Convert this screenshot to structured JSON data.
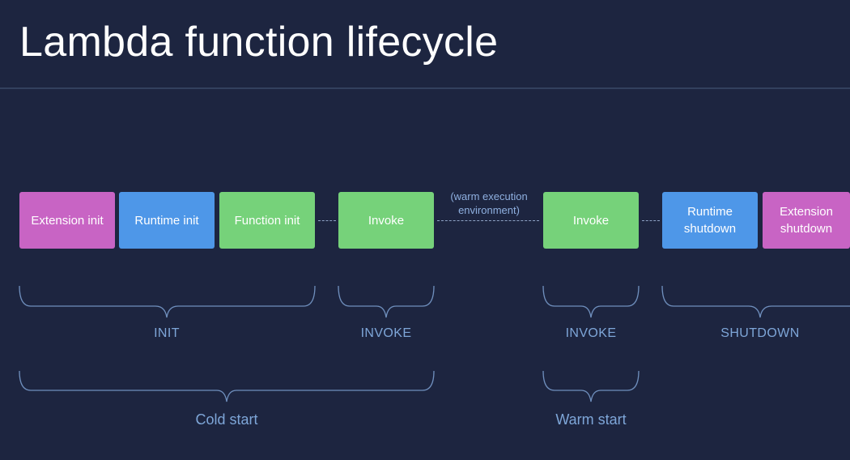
{
  "title": "Lambda function lifecycle",
  "boxes": {
    "extension_init": "Extension init",
    "runtime_init": "Runtime init",
    "function_init": "Function init",
    "invoke_1": "Invoke",
    "invoke_2": "Invoke",
    "runtime_shutdown": "Runtime shutdown",
    "extension_shutdown": "Extension shutdown"
  },
  "warm_note": "(warm execution environment)",
  "phases": {
    "init": "INIT",
    "invoke_1": "INVOKE",
    "invoke_2": "INVOKE",
    "shutdown": "SHUTDOWN"
  },
  "starts": {
    "cold": "Cold start",
    "warm": "Warm start"
  },
  "colors": {
    "background": "#1d2540",
    "extension": "#c864c4",
    "runtime": "#4e97e8",
    "function": "#76d27a",
    "label": "#7ea6d8",
    "brace": "#6f8fbd"
  }
}
